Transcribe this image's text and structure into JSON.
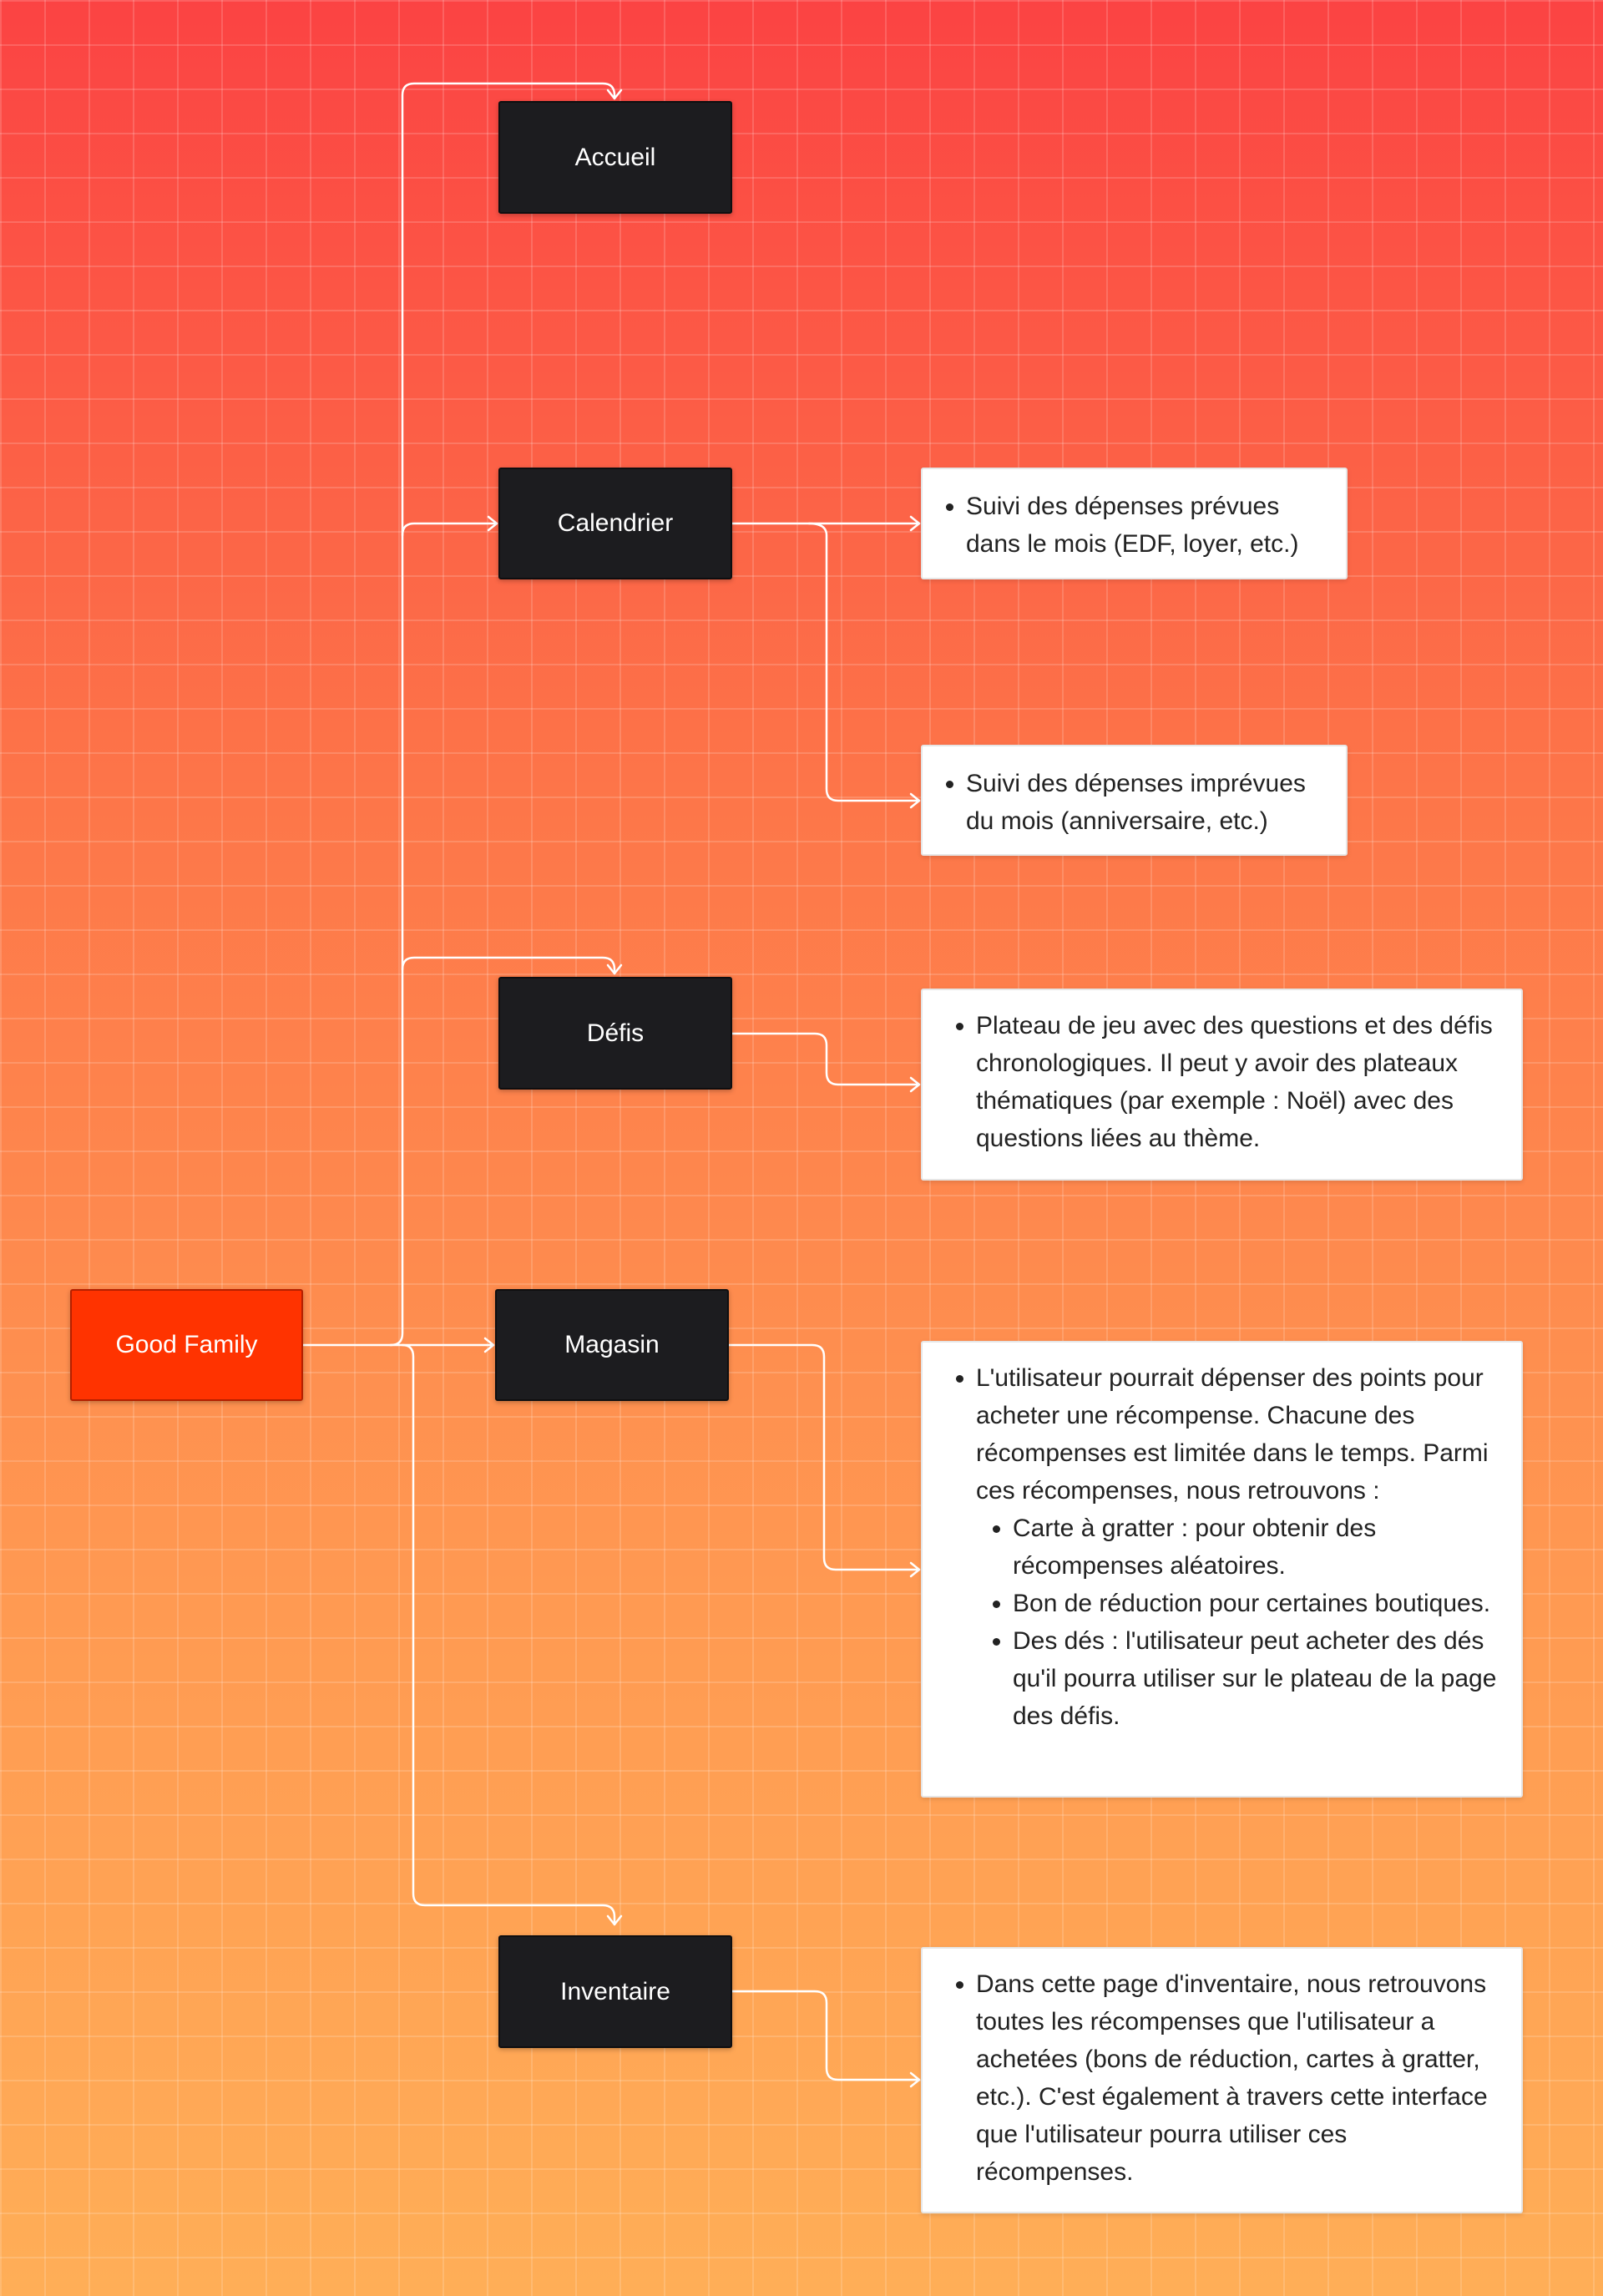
{
  "nodes": {
    "root": "Good Family",
    "accueil": "Accueil",
    "calendrier": "Calendrier",
    "defis": "Défis",
    "magasin": "Magasin",
    "inventaire": "Inventaire"
  },
  "notes": {
    "calendrier_prevues": "Suivi des dépenses prévues dans le mois (EDF, loyer, etc.)",
    "calendrier_imprevues": "Suivi des dépenses imprévues du mois (anniversaire, etc.)",
    "defis": "Plateau de jeu avec des questions et des défis chronologiques. Il peut y avoir des plateaux thématiques (par exemple : Noël) avec des questions liées au thème.",
    "magasin": {
      "intro": "L'utilisateur pourrait dépenser des points pour acheter une récompense. Chacune des récompenses est limitée dans le temps. Parmi ces récompenses, nous retrouvons :",
      "items": [
        "Carte à gratter : pour obtenir des récompenses aléatoires.",
        "Bon de réduction pour certaines boutiques.",
        "Des dés : l'utilisateur peut acheter des dés qu'il pourra utiliser sur le plateau de la page des défis."
      ]
    },
    "inventaire": "Dans cette page d'inventaire, nous retrouvons toutes les récompenses que l'utilisateur a achetées (bons de réduction, cartes à gratter, etc.). C'est également à travers cette interface que l'utilisateur pourra utiliser ces récompenses."
  },
  "colors": {
    "root_node": "#ff3300",
    "dark_node": "#1c1c1f",
    "connector": "#ffffff",
    "note_bg": "#ffffff"
  }
}
